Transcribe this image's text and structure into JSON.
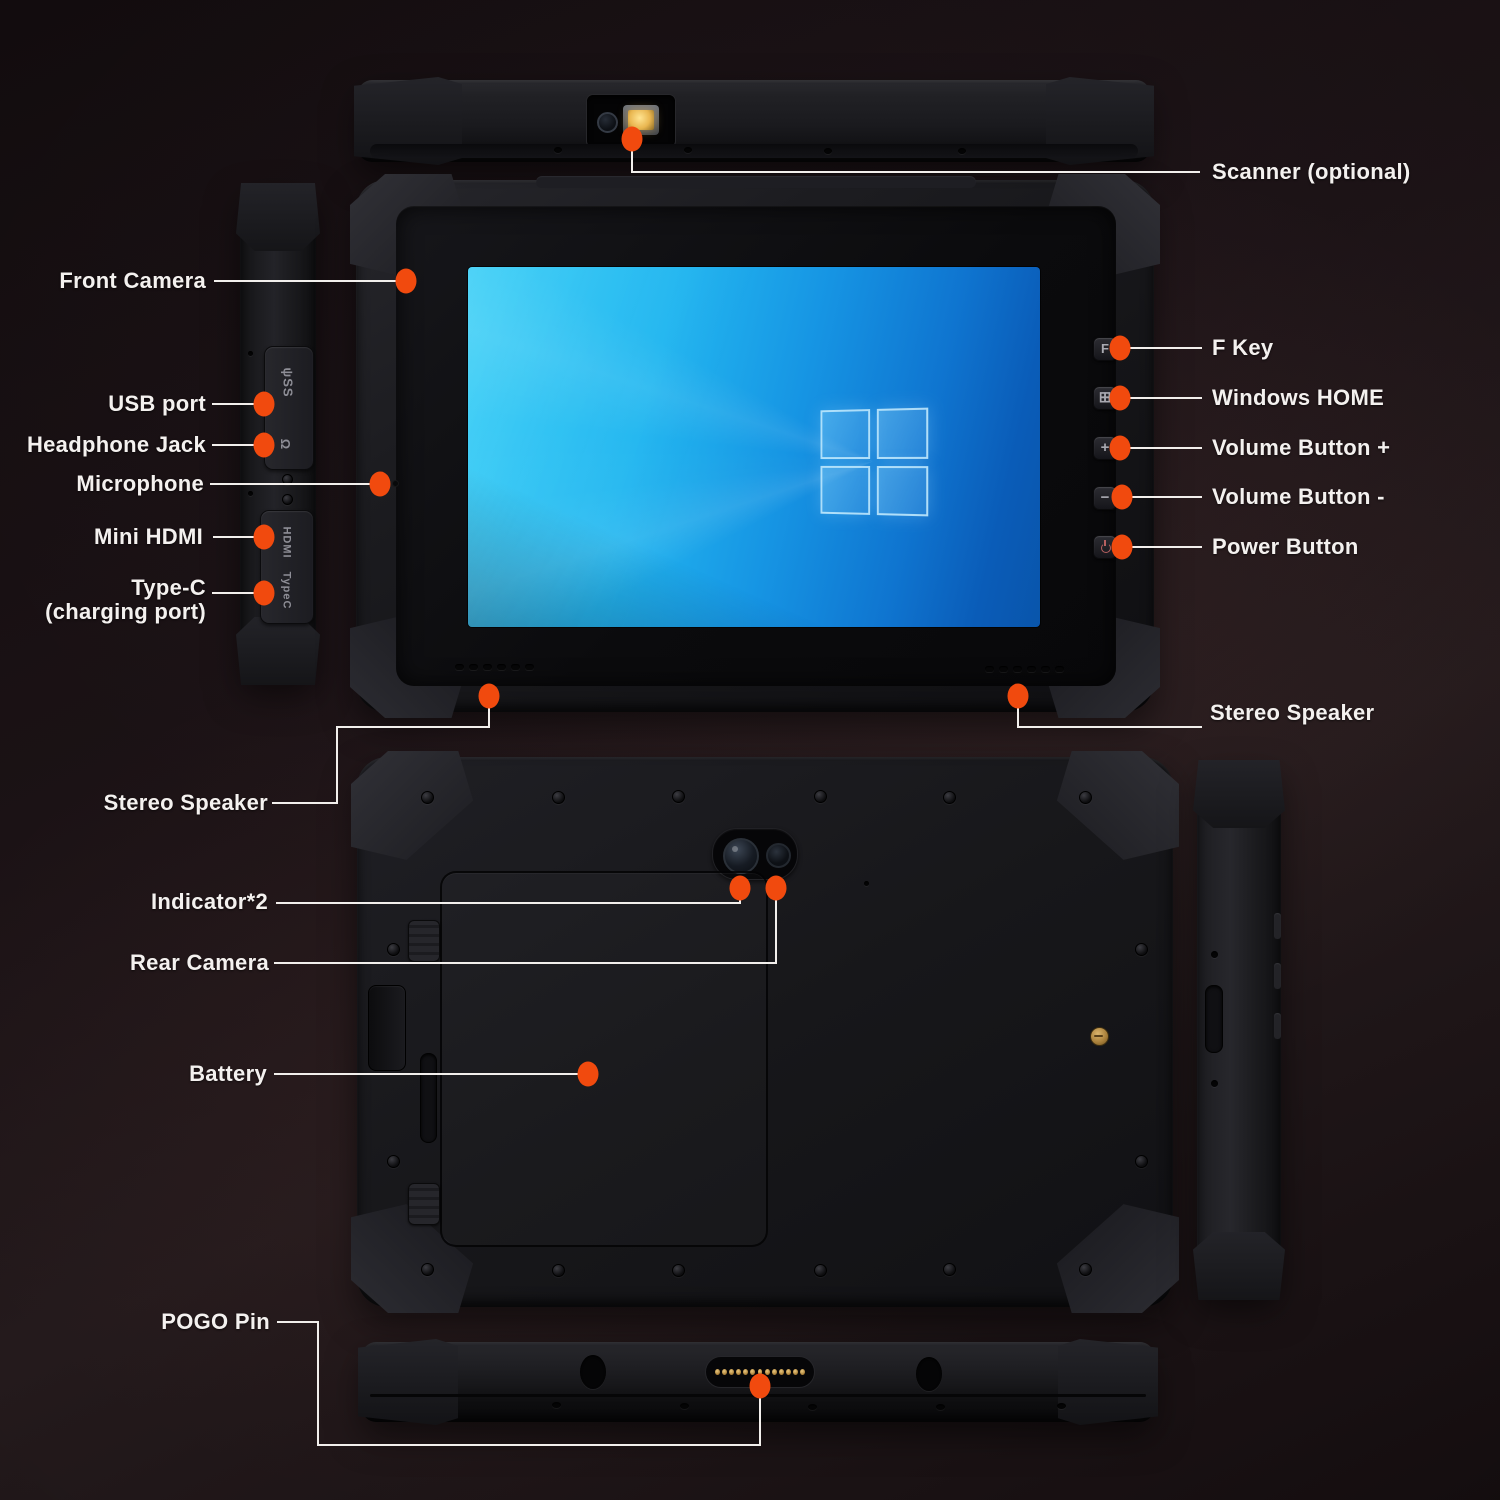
{
  "diagram": {
    "subject": "Rugged Windows tablet feature callout diagram",
    "accent_color": "#F14A0E",
    "line_color": "#F2EFEC",
    "text_color": "#F4F1EF",
    "screen_colors": {
      "light_blue": "#36CEF7",
      "deep_blue": "#0955AB"
    }
  },
  "callouts": {
    "scanner": "Scanner (optional)",
    "front_camera": "Front Camera",
    "usb_port": "USB port",
    "headphone_jack": "Headphone Jack",
    "microphone": "Microphone",
    "mini_hdmi": "Mini HDMI",
    "type_c_line1": "Type-C",
    "type_c_line2": "(charging port)",
    "f_key": "F Key",
    "windows_home": "Windows HOME",
    "volume_up": "Volume Button +",
    "volume_down": "Volume Button -",
    "power_button": "Power Button",
    "stereo_speaker_right": "Stereo Speaker",
    "stereo_speaker_left": "Stereo Speaker",
    "indicator": "Indicator*2",
    "rear_camera": "Rear Camera",
    "battery": "Battery",
    "pogo_pin": "POGO Pin"
  },
  "device_markings": {
    "f_button": "F",
    "windows_button": "⊞",
    "volume_up_button": "+",
    "volume_down_button": "−",
    "usb_icon": "ψSS",
    "headphone_icon": "Ω",
    "hdmi_cover": "HDMI",
    "type_c_cover": "TypeC"
  }
}
